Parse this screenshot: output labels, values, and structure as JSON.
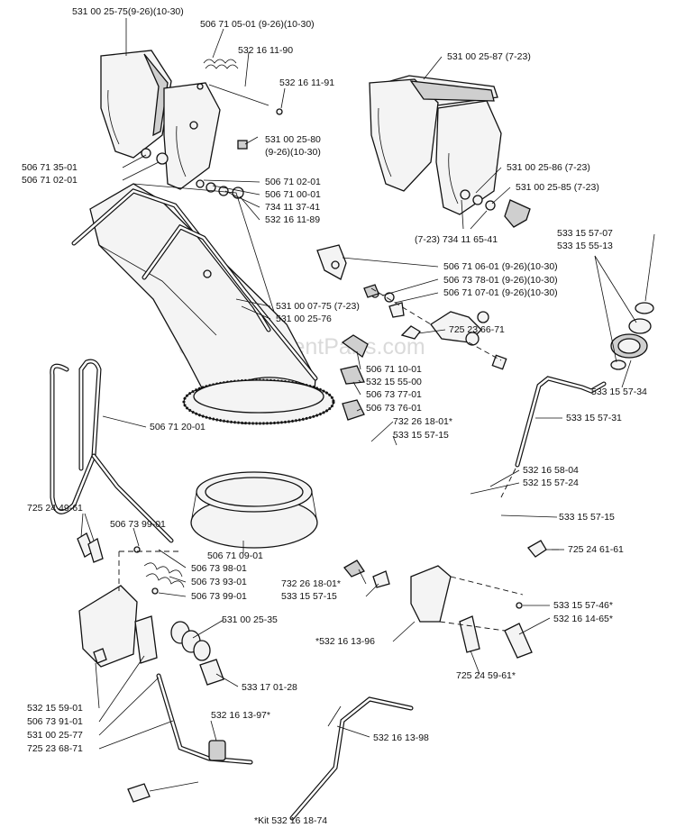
{
  "watermark": "eReplacementParts.com",
  "footnote": "*Kit  532 16 18-74",
  "callouts": [
    {
      "id": "c01",
      "text": "531 00 25-75(9-26)(10-30)"
    },
    {
      "id": "c02",
      "text": "506 71 05-01 (9-26)(10-30)"
    },
    {
      "id": "c03",
      "text": "532 16 11-90"
    },
    {
      "id": "c04",
      "text": "532 16 11-91"
    },
    {
      "id": "c05",
      "text": "531 00 25-80"
    },
    {
      "id": "c06",
      "text": "(9-26)(10-30)"
    },
    {
      "id": "c07",
      "text": "506 71 35-01"
    },
    {
      "id": "c08",
      "text": "506 71 02-01"
    },
    {
      "id": "c09",
      "text": "506 71 02-01"
    },
    {
      "id": "c10",
      "text": "506 71 00-01"
    },
    {
      "id": "c11",
      "text": "734 11 37-41"
    },
    {
      "id": "c12",
      "text": "532 16 11-89"
    },
    {
      "id": "c13",
      "text": "531 00 25-87 (7-23)"
    },
    {
      "id": "c14",
      "text": "531 00 25-86 (7-23)"
    },
    {
      "id": "c15",
      "text": "531 00 25-85 (7-23)"
    },
    {
      "id": "c16",
      "text": "(7-23) 734 11 65-41"
    },
    {
      "id": "c17",
      "text": "533 15 57-07"
    },
    {
      "id": "c18",
      "text": "533 15 55-13"
    },
    {
      "id": "c19",
      "text": "506 71 06-01 (9-26)(10-30)"
    },
    {
      "id": "c20",
      "text": "506 73 78-01 (9-26)(10-30)"
    },
    {
      "id": "c21",
      "text": "506 71 07-01 (9-26)(10-30)"
    },
    {
      "id": "c22",
      "text": "531 00 07-75 (7-23)"
    },
    {
      "id": "c23",
      "text": "531 00 25-76"
    },
    {
      "id": "c24",
      "text": "725 23 66-71"
    },
    {
      "id": "c25",
      "text": "506 71 10-01"
    },
    {
      "id": "c26",
      "text": "532 15 55-00"
    },
    {
      "id": "c27",
      "text": "506 73 77-01"
    },
    {
      "id": "c28",
      "text": "506 73 76-01"
    },
    {
      "id": "c29",
      "text": "533  15 57-34"
    },
    {
      "id": "c30",
      "text": "533 15 57-31"
    },
    {
      "id": "c31",
      "text": "506 71 20-01"
    },
    {
      "id": "c32",
      "text": "732 26 18-01*"
    },
    {
      "id": "c33",
      "text": "533 15 57-15"
    },
    {
      "id": "c34",
      "text": "532 16 58-04"
    },
    {
      "id": "c35",
      "text": "532 15 57-24"
    },
    {
      "id": "c36",
      "text": "533 15 57-15"
    },
    {
      "id": "c37",
      "text": "725 24 61-61"
    },
    {
      "id": "c38",
      "text": "725 24 49-61"
    },
    {
      "id": "c39",
      "text": "506 73 99-01"
    },
    {
      "id": "c40",
      "text": "506 71 09-01"
    },
    {
      "id": "c41",
      "text": "506 73 98-01"
    },
    {
      "id": "c42",
      "text": "506 73 93-01"
    },
    {
      "id": "c43",
      "text": "506 73 99-01"
    },
    {
      "id": "c44",
      "text": "732 26 18-01*"
    },
    {
      "id": "c45",
      "text": "533 15 57-15"
    },
    {
      "id": "c46",
      "text": "533 15 57-46*"
    },
    {
      "id": "c47",
      "text": "532 16 14-65*"
    },
    {
      "id": "c48",
      "text": "531 00 25-35"
    },
    {
      "id": "c49",
      "text": "*532 16 13-96"
    },
    {
      "id": "c50",
      "text": "725 24 59-61*"
    },
    {
      "id": "c51",
      "text": "533 17 01-28"
    },
    {
      "id": "c52",
      "text": "532 15 59-01"
    },
    {
      "id": "c53",
      "text": "506 73 91-01"
    },
    {
      "id": "c54",
      "text": "531 00 25-77"
    },
    {
      "id": "c55",
      "text": "725 23 68-71"
    },
    {
      "id": "c56",
      "text": "532 16 13-97*"
    },
    {
      "id": "c57",
      "text": "532 16 13-98"
    }
  ]
}
